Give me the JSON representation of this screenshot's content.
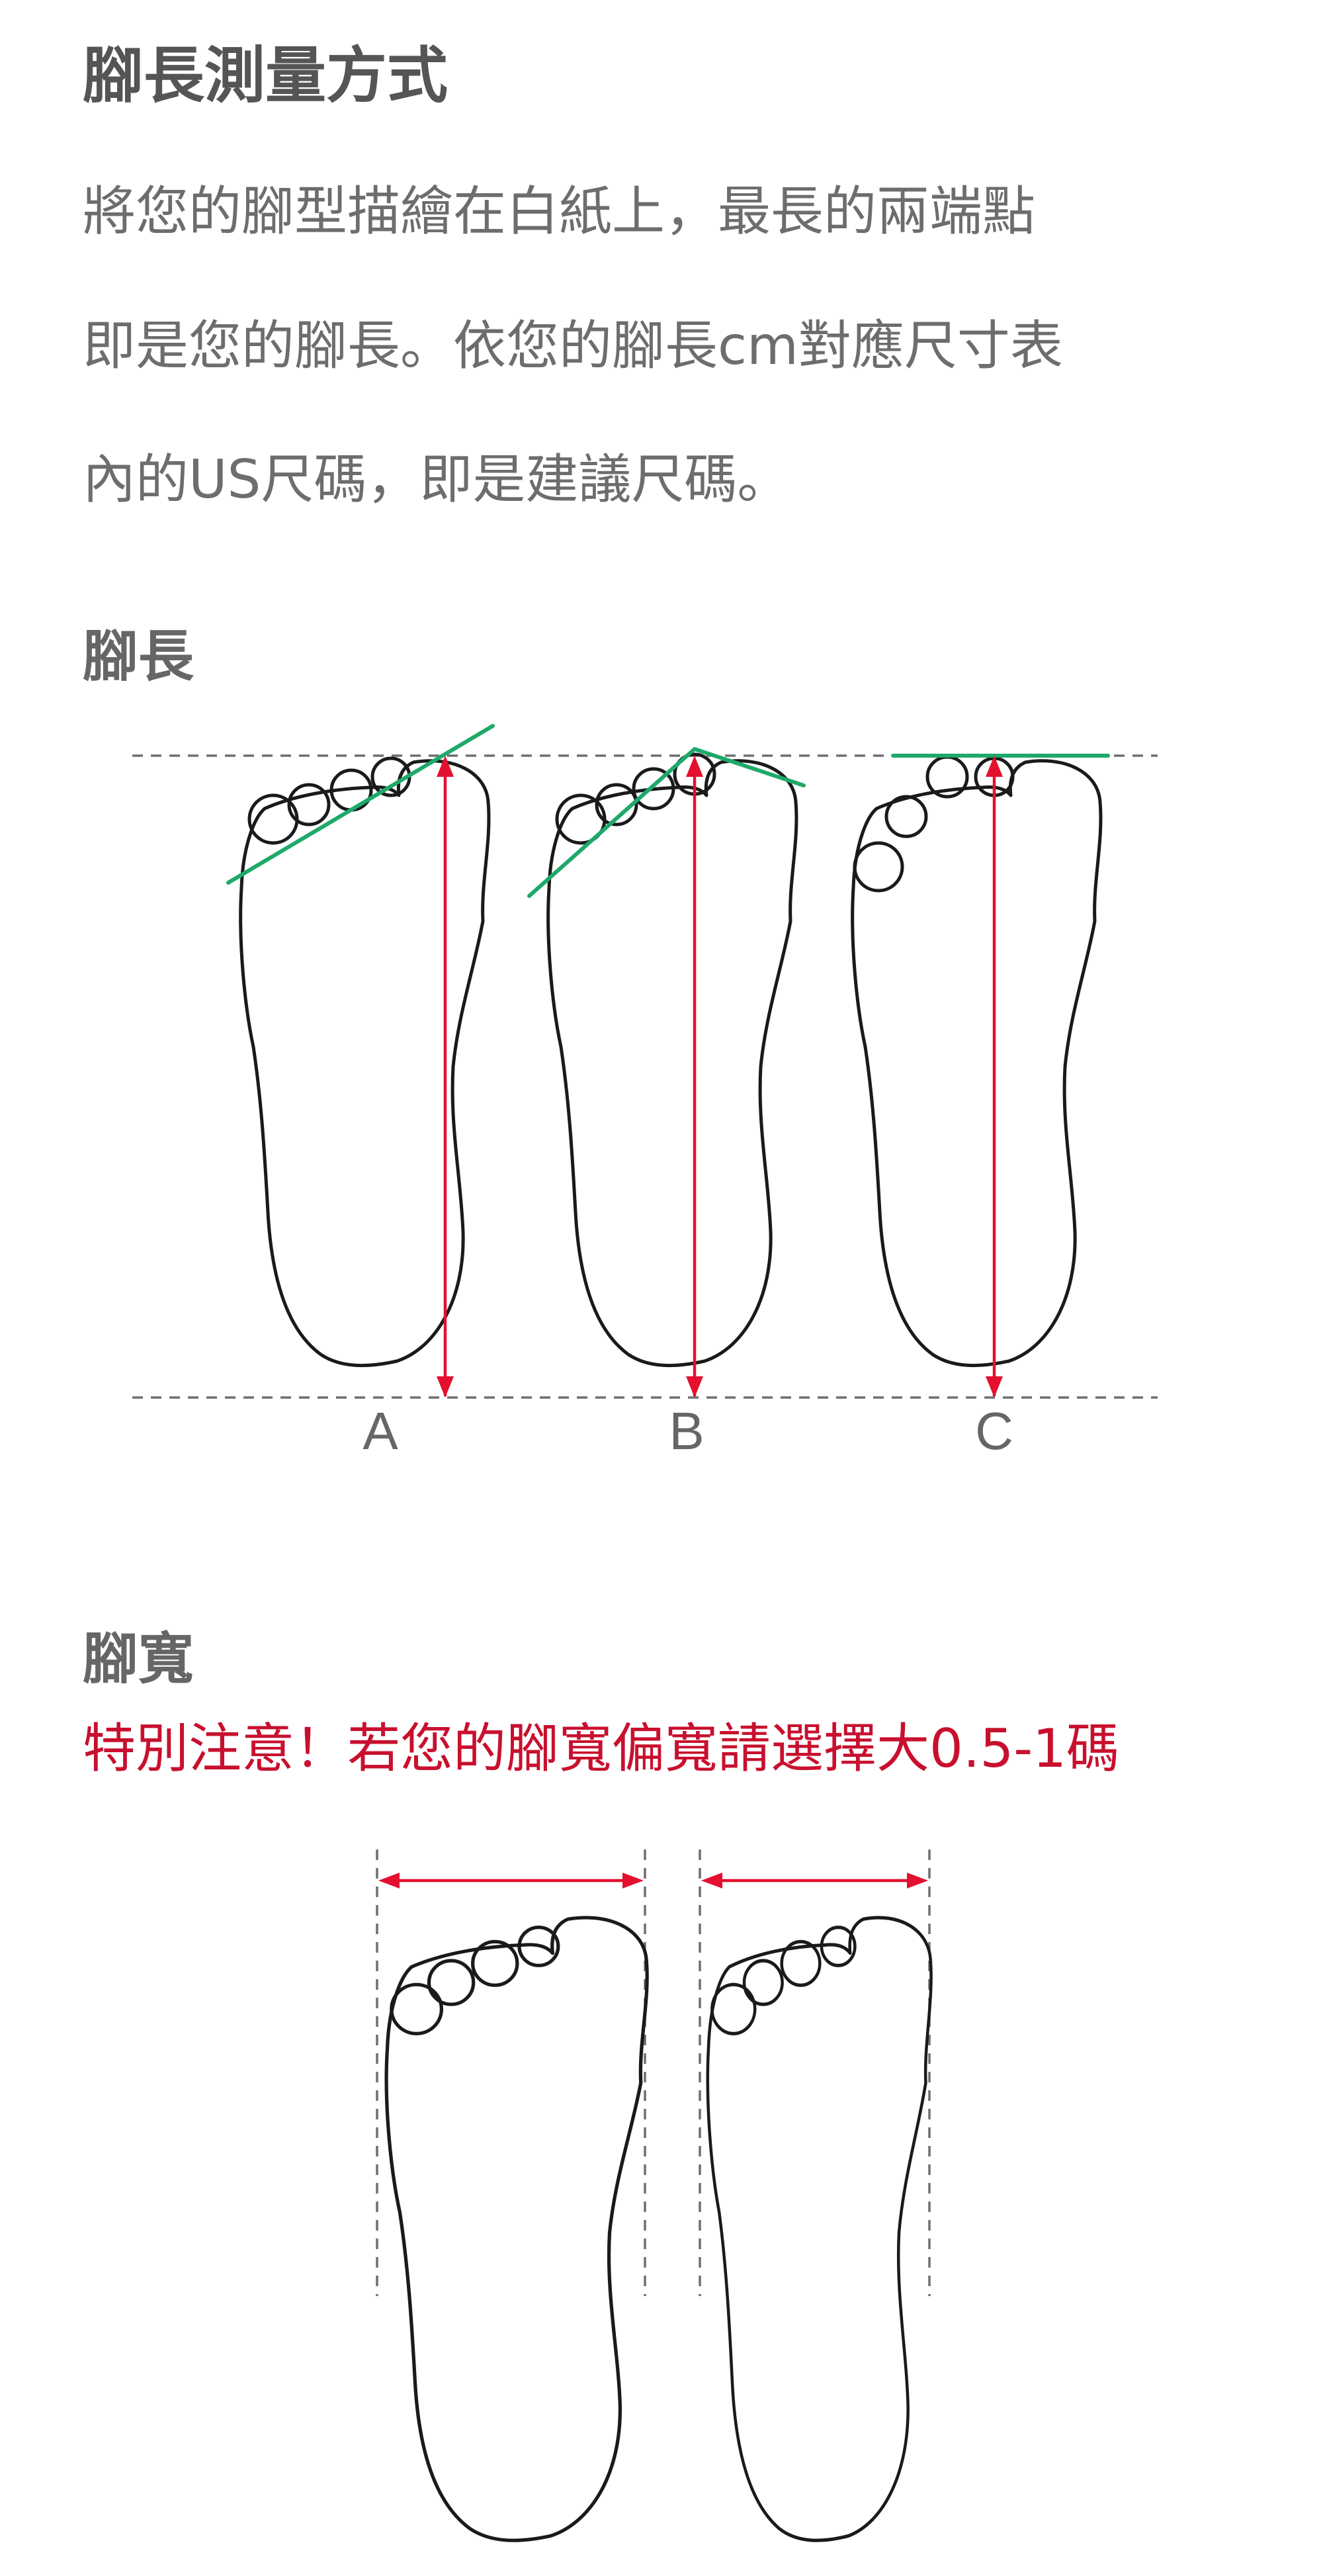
{
  "title": "腳長測量方式",
  "description": [
    "將您的腳型描繪在白紙上，最長的兩端點",
    "即是您的腳長。依您的腳長cm對應尺寸表",
    "內的US尺碼，即是建議尺碼。"
  ],
  "foot_length": {
    "heading": "腳長",
    "labels": [
      "A",
      "B",
      "C"
    ]
  },
  "foot_width": {
    "heading": "腳寬",
    "note": "特別注意！若您的腳寬偏寬請選擇大0.5-1碼"
  },
  "colors": {
    "text": "#666666",
    "note": "#c8102e",
    "measure_arrow": "#e3102f",
    "toe_line": "#1ea96a",
    "outline": "#1a1a1a"
  }
}
